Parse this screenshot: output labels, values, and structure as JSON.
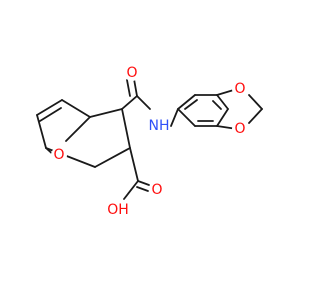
{
  "structure": {
    "colors": {
      "bond": "#1a1a1a",
      "oxygen": "#ff0d0d",
      "nitrogen": "#3050f8"
    },
    "atoms": {
      "bridge_oxygen": {
        "text": "O",
        "element": "oxygen"
      },
      "amide_oxygen": {
        "text": "O",
        "element": "oxygen"
      },
      "amide_nitrogen": {
        "text": "NH",
        "element": "nitrogen"
      },
      "acid_carbonyl_oxygen": {
        "text": "O",
        "element": "oxygen"
      },
      "acid_hydroxyl": {
        "text": "OH",
        "element": "oxygen"
      },
      "ring_oxygen_top": {
        "text": "O",
        "element": "oxygen"
      },
      "ring_oxygen_bottom": {
        "text": "O",
        "element": "oxygen"
      }
    }
  }
}
